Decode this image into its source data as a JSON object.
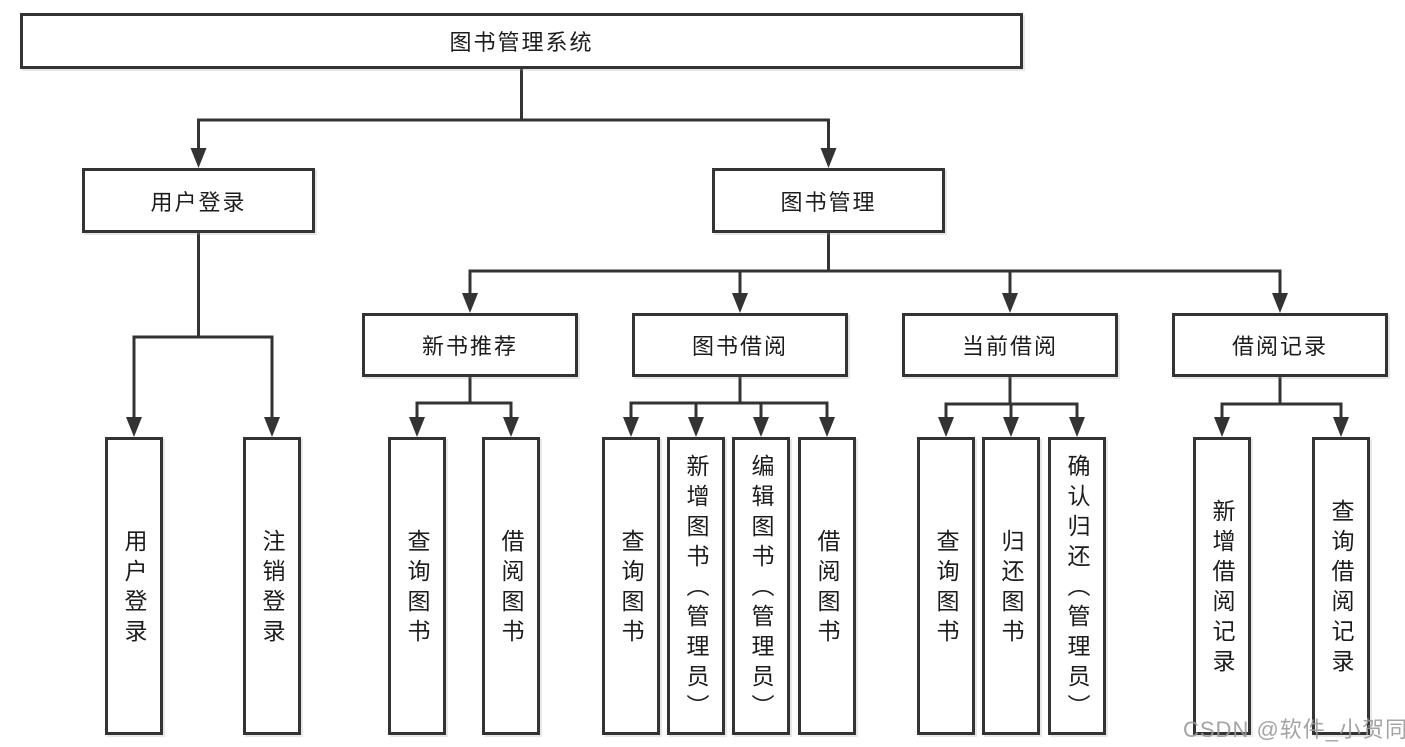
{
  "diagram": {
    "root": "图书管理系统",
    "user_branch": {
      "label": "用户登录",
      "children": [
        "用户登录",
        "注销登录"
      ]
    },
    "book_branch": {
      "label": "图书管理",
      "sections": [
        {
          "label": "新书推荐",
          "children": [
            "查询图书",
            "借阅图书"
          ]
        },
        {
          "label": "图书借阅",
          "children": [
            "查询图书",
            "新增图书（管理员）",
            "编辑图书（管理员）",
            "借阅图书"
          ]
        },
        {
          "label": "当前借阅",
          "children": [
            "查询图书",
            "归还图书",
            "确认归还（管理员）"
          ]
        },
        {
          "label": "借阅记录",
          "children": [
            "新增借阅记录",
            "查询借阅记录"
          ]
        }
      ]
    },
    "line_color": "#333333",
    "background": "#ffffff"
  },
  "watermark": {
    "text": "CSDN @软件_小贺同学",
    "color": "#9b9b9b"
  }
}
